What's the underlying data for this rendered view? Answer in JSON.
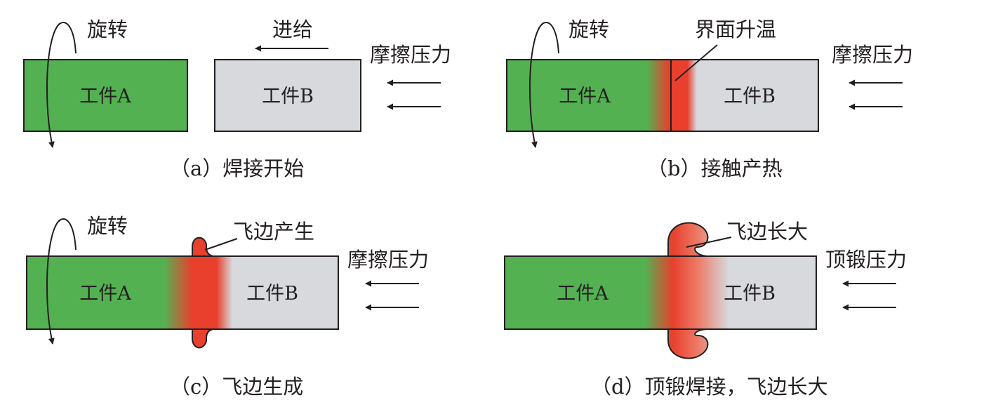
{
  "colors": {
    "green": "#54b152",
    "gray": "#d7d9dd",
    "heat": "#e8402d",
    "line": "#231f20"
  },
  "panels": {
    "a": {
      "caption": "（a）焊接开始",
      "rotation": "旋转",
      "feed": "进给",
      "pressure": "摩擦压力",
      "workpiece_a": "工件A",
      "workpiece_b": "工件B"
    },
    "b": {
      "caption": "（b）接触产热",
      "rotation": "旋转",
      "interface": "界面升温",
      "pressure": "摩擦压力",
      "workpiece_a": "工件A",
      "workpiece_b": "工件B"
    },
    "c": {
      "caption": "（c）飞边生成",
      "rotation": "旋转",
      "flash": "飞边产生",
      "pressure": "摩擦压力",
      "workpiece_a": "工件A",
      "workpiece_b": "工件B"
    },
    "d": {
      "caption": "（d）顶锻焊接，飞边长大",
      "flash": "飞边长大",
      "pressure": "顶锻压力",
      "workpiece_a": "工件A",
      "workpiece_b": "工件B"
    }
  }
}
